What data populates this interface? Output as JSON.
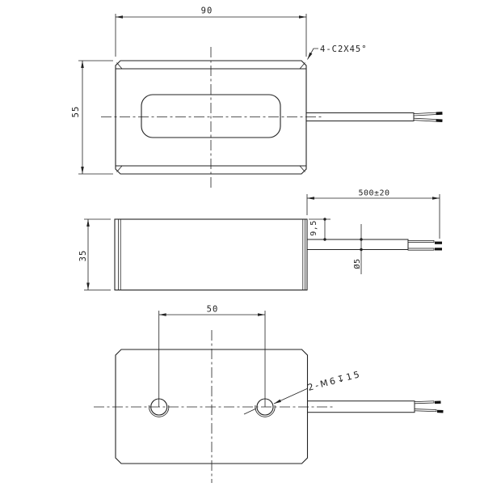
{
  "drawing": {
    "background": "#ffffff",
    "line_color": "#222222",
    "views": {
      "top": {
        "width_dim": "90",
        "height_dim": "55",
        "chamfer_note": "4-C2X45°"
      },
      "side": {
        "height_dim": "35",
        "lead_length_dim": "500±20",
        "lead_offset_dim": "9,5",
        "lead_diameter_dim": "Ø5"
      },
      "bottom": {
        "hole_spacing_dim": "50",
        "thread_note": "2-M6↧15"
      }
    }
  }
}
